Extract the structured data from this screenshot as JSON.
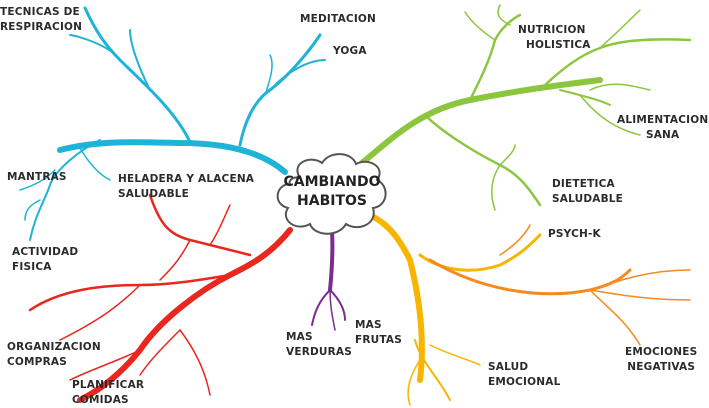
{
  "central": {
    "line1": "CAMBIANDO",
    "line2": "HABITOS"
  },
  "colors": {
    "blue": "#1fb3d8",
    "green": "#8cc63e",
    "orange_yellow": "#f7b500",
    "orange": "#f58a1f",
    "red": "#e8281e",
    "purple": "#7b2e8e"
  },
  "branches": {
    "blue": {
      "items": [
        {
          "line1": "TECNICAS DE",
          "line2": "RESPIRACION"
        },
        {
          "line1": "MEDITACION"
        },
        {
          "line1": "YOGA"
        },
        {
          "line1": "MANTRAS"
        },
        {
          "line1": "ACTIVIDAD",
          "line2": "FISICA"
        }
      ]
    },
    "green": {
      "items": [
        {
          "line1": "NUTRICION",
          "line2": "HOLISTICA"
        },
        {
          "line1": "ALIMENTACION",
          "line2": "SANA"
        },
        {
          "line1": "DIETETICA",
          "line2": "SALUDABLE"
        }
      ]
    },
    "yellow": {
      "items": [
        {
          "line1": "PSYCH-K"
        },
        {
          "line1": "EMOCIONES",
          "line2": "NEGATIVAS"
        },
        {
          "line1": "SALUD",
          "line2": "EMOCIONAL"
        }
      ]
    },
    "red": {
      "items": [
        {
          "line1": "HELADERA Y ALACENA",
          "line2": "SALUDABLE"
        },
        {
          "line1": "ORGANIZACION",
          "line2": "COMPRAS"
        },
        {
          "line1": "PLANIFICAR",
          "line2": "COMIDAS"
        }
      ]
    },
    "purple": {
      "items": [
        {
          "line1": "MAS",
          "line2": "VERDURAS"
        },
        {
          "line1": "MAS",
          "line2": "FRUTAS"
        }
      ]
    }
  }
}
